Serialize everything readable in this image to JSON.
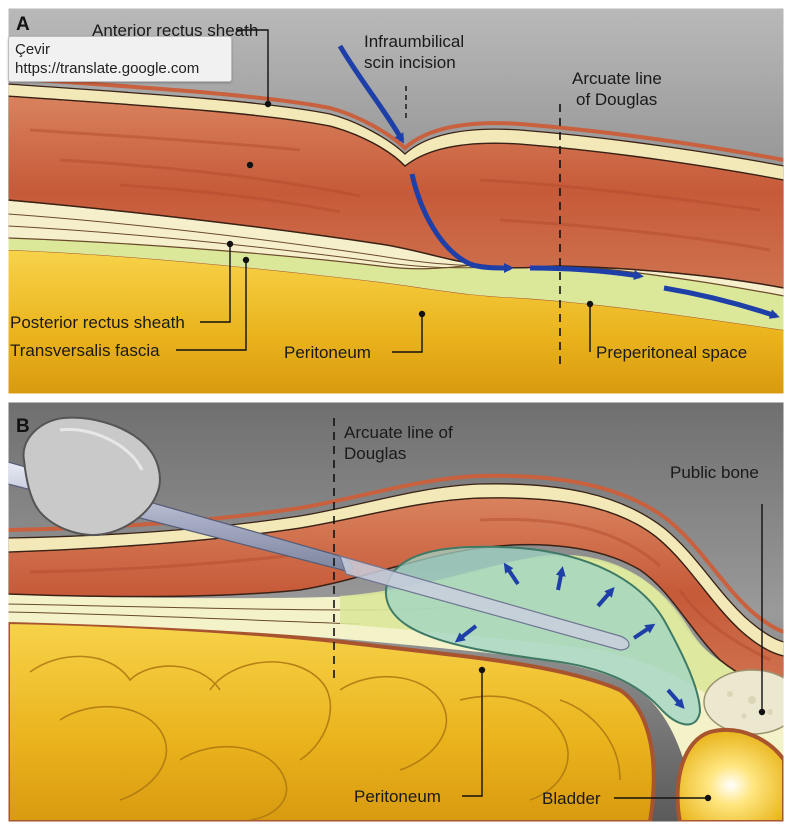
{
  "tooltip": {
    "title": "Çevir",
    "url": "https://translate.google.com"
  },
  "panel_a": {
    "letter": "A",
    "labels": {
      "anterior_rectus_sheath": "Anterior rectus sheath",
      "incision_line1": "Infraumbilical",
      "incision_line2": "scin incision",
      "arcuate_line1": "Arcuate line",
      "arcuate_line2": "of Douglas",
      "posterior_rectus_sheath": "Posterior rectus sheath",
      "transversalis_fascia": "Transversalis fascia",
      "peritoneum": "Peritoneum",
      "preperitoneal_space": "Preperitoneal space"
    }
  },
  "panel_b": {
    "letter": "B",
    "labels": {
      "arcuate_line1": "Arcuate line of",
      "arcuate_line2": "Douglas",
      "pubic_bone": "Public bone",
      "peritoneum": "Peritoneum",
      "bladder": "Bladder"
    }
  },
  "colors": {
    "muscle": "#c9603e",
    "fascia": "#f3e9b8",
    "preperitoneal": "#dbe89a",
    "peritoneum_fill": "#eab71e",
    "arrow": "#1f3fa8",
    "balloon": "#9fd3c4"
  }
}
